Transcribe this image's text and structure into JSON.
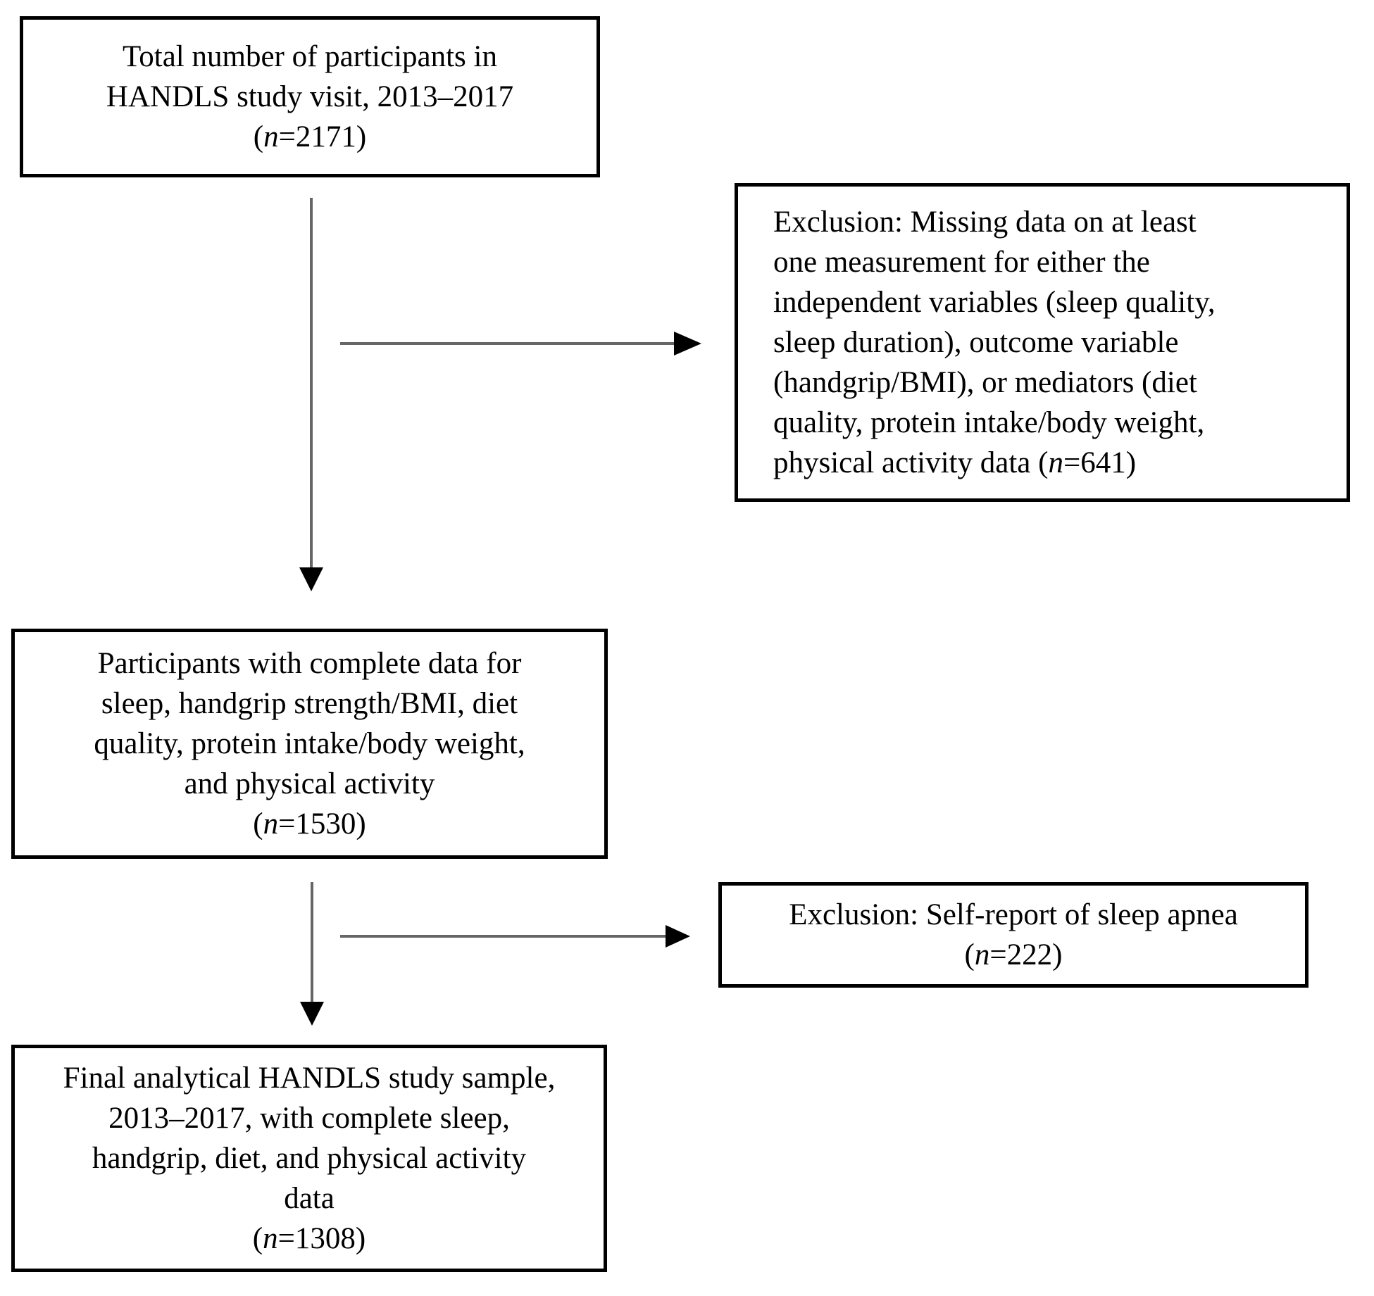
{
  "colors": {
    "background": "#ffffff",
    "text": "#000000",
    "box_border": "#000000",
    "arrow_line": "#666666",
    "arrow_head": "#000000"
  },
  "boxes": {
    "total": {
      "lines": [
        "Total number of participants in",
        "HANDLS study visit, 2013–2017"
      ],
      "tail_pre": "(",
      "tail_n": "n",
      "tail_post": "=2171)"
    },
    "exclusion1": {
      "lines": [
        "Exclusion: Missing data on at least",
        "one measurement for either the",
        "independent variables (sleep quality,",
        "sleep duration), outcome variable",
        "(handgrip/BMI), or mediators (diet",
        "quality, protein intake/body weight,"
      ],
      "tail_pre": "physical activity data (",
      "tail_n": "n",
      "tail_post": "=641)"
    },
    "complete": {
      "lines": [
        "Participants with complete data for",
        "sleep, handgrip strength/BMI, diet",
        "quality, protein intake/body weight,",
        "and physical activity"
      ],
      "tail_pre": "(",
      "tail_n": "n",
      "tail_post": "=1530)"
    },
    "exclusion2": {
      "lines": [
        "Exclusion: Self-report of sleep apnea"
      ],
      "tail_pre": "(",
      "tail_n": "n",
      "tail_post": "=222)"
    },
    "final": {
      "lines": [
        "Final analytical HANDLS study sample,",
        "2013–2017, with complete sleep,",
        "handgrip, diet, and physical activity",
        "data"
      ],
      "tail_pre": "(",
      "tail_n": "n",
      "tail_post": "=1308)"
    }
  }
}
